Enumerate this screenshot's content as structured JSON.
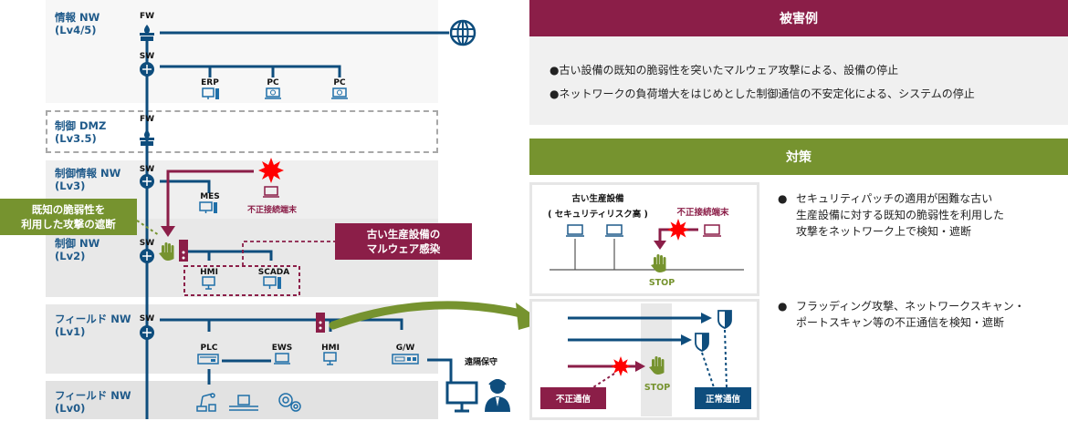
{
  "levels": {
    "lv45": {
      "name": "情報 NW",
      "level": "(Lv4/5)"
    },
    "dmz": {
      "name": "制御 DMZ",
      "level": "(Lv3.5)"
    },
    "lv3": {
      "name": "制御情報 NW",
      "level": "(Lv3)"
    },
    "lv2": {
      "name": "制御 NW",
      "level": "(Lv2)"
    },
    "lv1": {
      "name": "フィールド NW",
      "level": "(Lv1)"
    },
    "lv0": {
      "name": "フィールド NW",
      "level": "(Lv0)"
    }
  },
  "devices": {
    "fw": "FW",
    "sw": "SW",
    "erp": "ERP",
    "pc": "PC",
    "mes": "MES",
    "hmi": "HMI",
    "scada": "SCADA",
    "plc": "PLC",
    "ews": "EWS",
    "gw": "G/W",
    "rogue": "不正接続端末",
    "remote": "遠隔保守"
  },
  "callouts": {
    "block_line1": "既知の脆弱性を",
    "block_line2": "利用した攻撃の遮断",
    "malware_line1": "古い生産設備の",
    "malware_line2": "マルウェア感染"
  },
  "damage": {
    "title": "被害例",
    "items": [
      "古い設備の既知の脆弱性を突いたマルウェア攻撃による、設備の停止",
      "ネットワークの負荷増大をはじめとした制御通信の不安定化による、システムの停止"
    ]
  },
  "countermeasure": {
    "title": "対策",
    "items": [
      {
        "line1": "セキュリティパッチの適用が困難な古い",
        "line2": "生産設備に対する既知の脆弱性を利用した",
        "line3": "攻撃をネットワーク上で検知・遮断"
      },
      {
        "line1": "フラッディング攻撃、ネットワークスキャン・",
        "line2": "ポートスキャン等の不正通信を検知・遮断"
      }
    ],
    "panel1": {
      "legacy_title": "古い生産設備",
      "legacy_sub": "( セキュリティリスク高 )",
      "rogue": "不正接続端末",
      "stop": "STOP"
    },
    "panel2": {
      "stop": "STOP",
      "bad": "不正通信",
      "good": "正常通信"
    }
  },
  "bullet": "●",
  "colors": {
    "navy": "#0e4d7d",
    "maroon": "#8b1e48",
    "green": "#76932f",
    "red": "#ff0000"
  }
}
